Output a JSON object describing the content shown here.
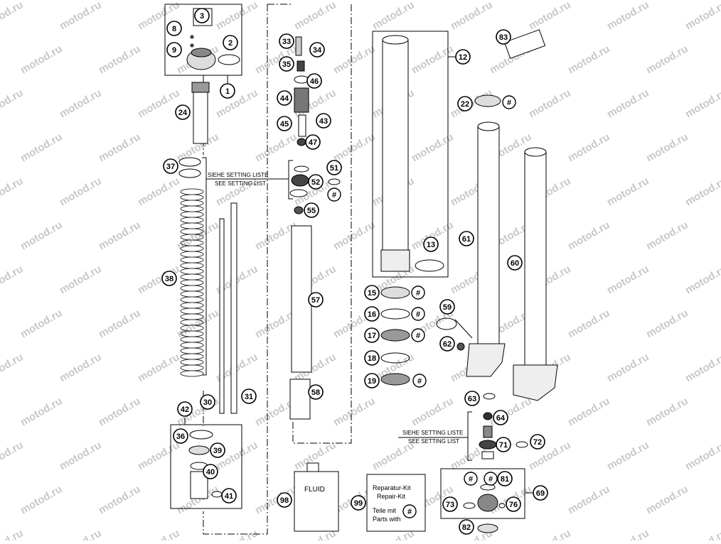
{
  "watermark": "motod.ru",
  "notes": {
    "setting_de": "SIEHE SETTING LISTE",
    "setting_en": "SEE SETTING LIST"
  },
  "kits": {
    "fluid": "FLUID",
    "repair_line1": "Reparatur-Kit",
    "repair_line2": "Repair-Kit",
    "parts_with_line1": "Teile mit",
    "parts_with_line2": "Parts with",
    "hash": "#"
  },
  "callouts": [
    "1",
    "2",
    "3",
    "8",
    "9",
    "24",
    "37",
    "38",
    "30",
    "31",
    "42",
    "36",
    "39",
    "40",
    "41",
    "98",
    "33",
    "34",
    "35",
    "46",
    "44",
    "45",
    "43",
    "47",
    "51",
    "52",
    "55",
    "57",
    "58",
    "99",
    "12",
    "13",
    "83",
    "22",
    "61",
    "60",
    "15",
    "16",
    "17",
    "18",
    "19",
    "59",
    "62",
    "63",
    "64",
    "71",
    "72",
    "69",
    "81",
    "73",
    "76",
    "82"
  ],
  "hash_badges": 9
}
